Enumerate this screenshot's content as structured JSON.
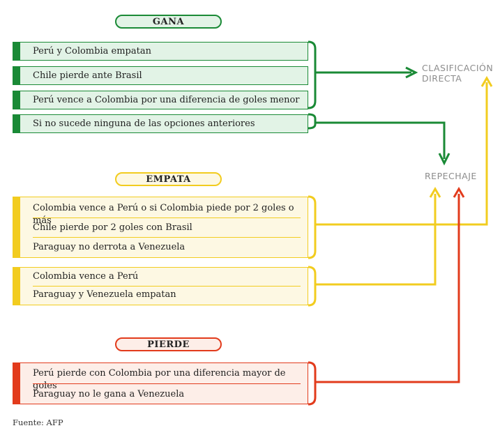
{
  "colors": {
    "green": "#1a8a36",
    "green_fill": "#e2f3e6",
    "yellow": "#f2cc1f",
    "yellow_fill": "#fdf8e3",
    "red": "#e23b1c",
    "red_fill": "#fdeee8"
  },
  "groups": {
    "gana": {
      "title": "GANA",
      "options": [
        "Perú y Colombia empatan",
        "Chile pierde ante Brasil",
        "Perú vence a Colombia por una diferencia de goles menor",
        "Si no sucede ninguna de las opciones anteriores"
      ]
    },
    "empata": {
      "title": "EMPATA",
      "block1": [
        "Colombia vence a Perú o si Colombia piede por 2 goles o más",
        "Chile pierde por 2 goles con Brasil",
        "Paraguay no derrota a Venezuela"
      ],
      "block2": [
        "Colombia vence a Perú",
        "Paraguay y Venezuela empatan"
      ]
    },
    "pierde": {
      "title": "PIERDE",
      "options": [
        "Perú pierde con Colombia por una diferencia mayor de goles",
        "Paraguay no le gana a Venezuela"
      ]
    }
  },
  "outcomes": {
    "clasificacion_line1": "CLASIFICACIÓN",
    "clasificacion_line2": "DIRECTA",
    "repechaje": "REPECHAJE"
  },
  "source": "Fuente: AFP"
}
